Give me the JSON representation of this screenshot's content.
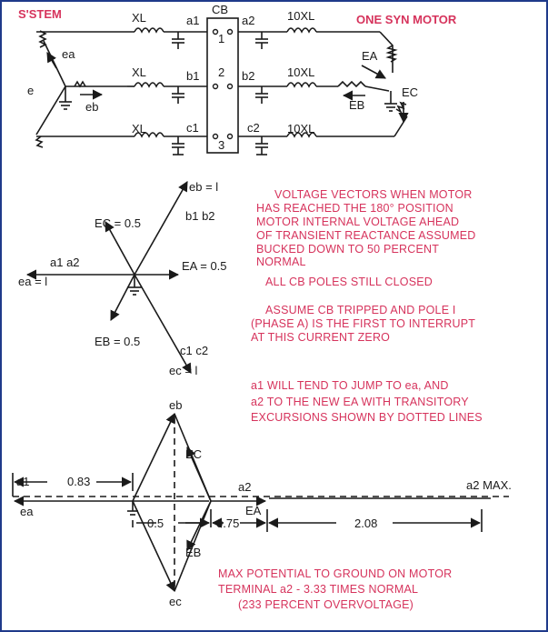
{
  "schematic": {
    "system_label": "S'STEM",
    "motor_label": "ONE SYN MOTOR",
    "xl": "XL",
    "tenxl": "10XL",
    "cb": "CB",
    "poles": [
      "1",
      "2",
      "3"
    ],
    "nodes_left": [
      "a1",
      "b1",
      "c1"
    ],
    "nodes_right": [
      "a2",
      "b2",
      "c2"
    ],
    "ea": "ea",
    "eb": "eb",
    "e": "e",
    "EA": "EA",
    "EB": "EB",
    "EC": "EC"
  },
  "vectors": {
    "eb": "eb = l",
    "b1b2": "b1 b2",
    "ec05": "EC = 0.5",
    "a1a2": "a1 a2",
    "ea1": "ea = l",
    "EA05": "EA = 0.5",
    "EB05": "EB = 0.5",
    "c1c2": "c1 c2",
    "ecl": "ec = l"
  },
  "notes": {
    "n1": [
      "VOLTAGE VECTORS WHEN MOTOR",
      "HAS REACHED THE 180° POSITION",
      "MOTOR INTERNAL VOLTAGE AHEAD",
      "OF TRANSIENT REACTANCE ASSUMED",
      "BUCKED DOWN TO 50 PERCENT",
      "NORMAL"
    ],
    "n2": "ALL CB POLES STILL CLOSED",
    "n3": [
      "ASSUME CB TRIPPED AND POLE I",
      "(PHASE A) IS THE FIRST TO INTERRUPT",
      "AT THIS CURRENT ZERO"
    ],
    "n4": [
      "a1 WILL TEND TO JUMP TO ea, AND",
      "a2 TO THE NEW EA WITH TRANSITORY",
      "EXCURSIONS SHOWN BY DOTTED LINES"
    ],
    "n5": [
      "MAX POTENTIAL TO GROUND ON MOTOR",
      "TERMINAL a2 - 3.33 TIMES NORMAL",
      "(233 PERCENT OVERVOLTAGE)"
    ]
  },
  "excursion": {
    "a1": "a1",
    "ea": "ea",
    "a2": "a2",
    "a2max": "a2 MAX.",
    "d083": "0.83",
    "d05": "0.5",
    "d075": "0.75",
    "d208": "2.08",
    "eb": "eb",
    "ec": "ec",
    "EA": "EA",
    "EB": "EB",
    "EC": "EC"
  }
}
